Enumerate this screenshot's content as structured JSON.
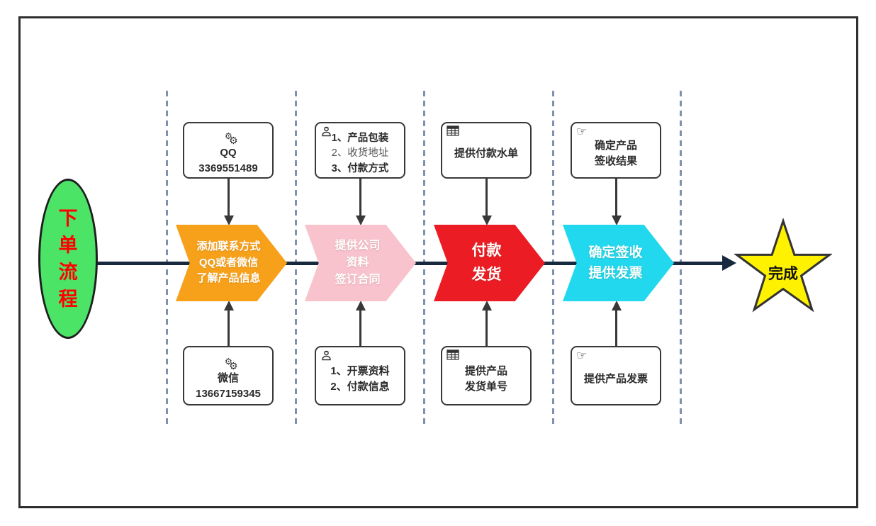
{
  "diagram": {
    "start": {
      "label": "下\n单\n流\n程",
      "fill": "#4CE467",
      "text_color": "#FF0000"
    },
    "finish": {
      "label": "完成",
      "fill": "#FFF200"
    },
    "steps": [
      {
        "label": "添加联系方式\nQQ或者微信\n了解产品信息",
        "fill": "#F7A11B"
      },
      {
        "label": "提供公司\n资料\n签订合同",
        "fill": "#F8C3CD"
      },
      {
        "label": "付款\n发货",
        "fill": "#EC1C24"
      },
      {
        "label": "确定签收\n提供发票",
        "fill": "#22D8EE"
      }
    ],
    "top_notes": [
      {
        "icon": "gears-icon",
        "lines": [
          "QQ",
          "3369551489"
        ]
      },
      {
        "icon": "person-icon",
        "lines": [
          "1、产品包装",
          "2、收货地址",
          "3、付款方式"
        ]
      },
      {
        "icon": "table-icon",
        "lines": [
          "提供付款水单"
        ]
      },
      {
        "icon": "pointing-hand-icon",
        "lines": [
          "确定产品",
          "签收结果"
        ]
      }
    ],
    "bottom_notes": [
      {
        "icon": "gears-icon",
        "lines": [
          "微信",
          "13667159345"
        ]
      },
      {
        "icon": "person-icon",
        "lines": [
          "1、开票资料",
          "2、付款信息"
        ]
      },
      {
        "icon": "table-icon",
        "lines": [
          "提供产品",
          "发货单号"
        ]
      },
      {
        "icon": "pointing-hand-icon",
        "lines": [
          "提供产品发票"
        ]
      }
    ],
    "colors": {
      "main_line": "#17293F",
      "lane_divider": "#7E92AF",
      "connector": "#383838",
      "box_border": "#383838",
      "frame_border": "#2E2E2E"
    }
  }
}
